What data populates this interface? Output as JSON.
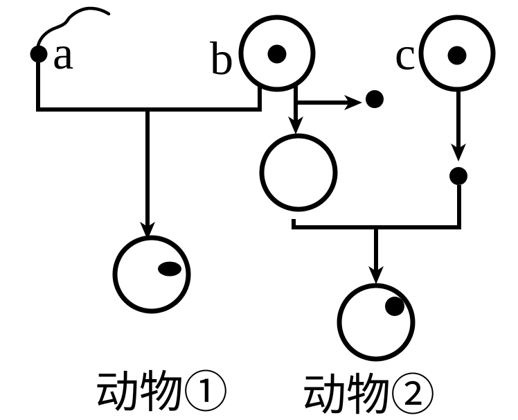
{
  "colors": {
    "background": "#ffffff",
    "ink": "#000000"
  },
  "labels": {
    "cell_a": "a",
    "cell_b": "b",
    "cell_c": "c",
    "animal_1": "动物①",
    "animal_2": "动物②"
  },
  "icons": {
    "sperm": "sperm-cell-icon",
    "egg_b": "egg-cell-b-with-nucleus-icon",
    "egg_c": "egg-cell-c-with-nucleus-icon",
    "expelled_body": "expelled-nucleus-dot-icon",
    "enucleated_egg": "enucleated-egg-circle-icon",
    "donor_nucleus": "donor-nucleus-dot-icon",
    "zygote_animal_1": "fertilized-egg-with-nucleus-icon",
    "cell_animal_2": "reconstructed-cell-with-nucleus-icon"
  }
}
